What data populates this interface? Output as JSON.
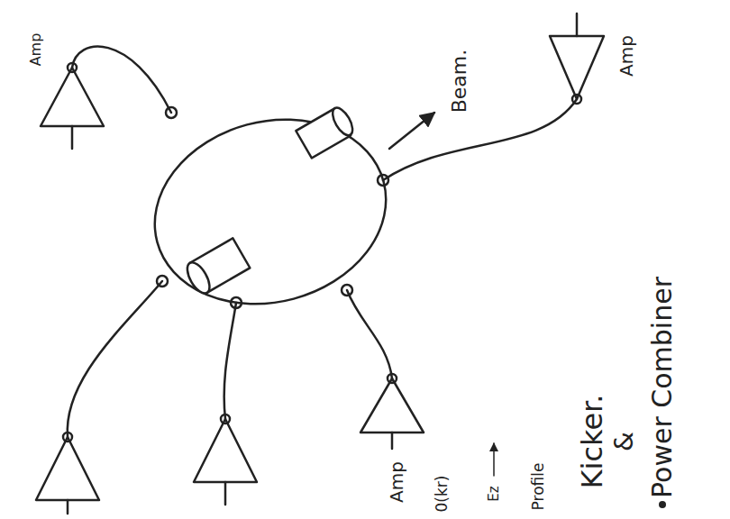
{
  "diagram": {
    "labels": [
      "Amp",
      "Amp",
      "Amp",
      "Beam.",
      "Power Combiner",
      "&",
      "Kicker.",
      "0(kr)",
      "Ez",
      "Profile"
    ]
  }
}
